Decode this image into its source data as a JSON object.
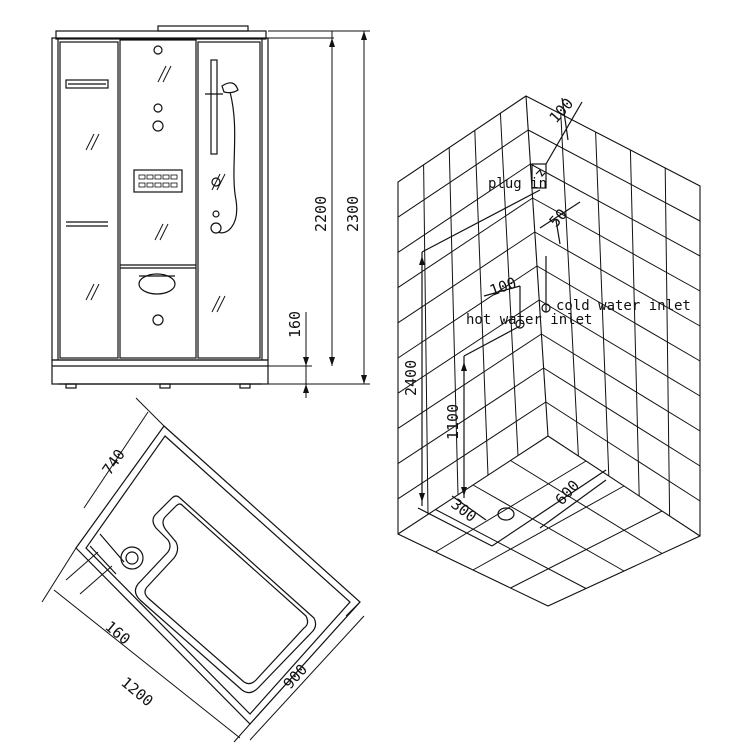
{
  "front_view": {
    "dims": {
      "overall_height": "2300",
      "cabin_height": "2200",
      "base_height": "160"
    }
  },
  "plan_view": {
    "dims": {
      "length": "1200",
      "width": "900",
      "seat_depth": "740",
      "drain_offset": "160"
    }
  },
  "plumbing_view": {
    "labels": {
      "plug": "plug in",
      "cold": "cold water inlet",
      "hot": "hot water inlet"
    },
    "dims": {
      "plug_offset": "100",
      "cold_offset": "50",
      "hot_offset": "100",
      "plug_height": "2400",
      "inlet_height": "1100",
      "drain_x": "300",
      "drain_y": "600"
    }
  },
  "colors": {
    "line": "#111111",
    "background": "#ffffff"
  }
}
